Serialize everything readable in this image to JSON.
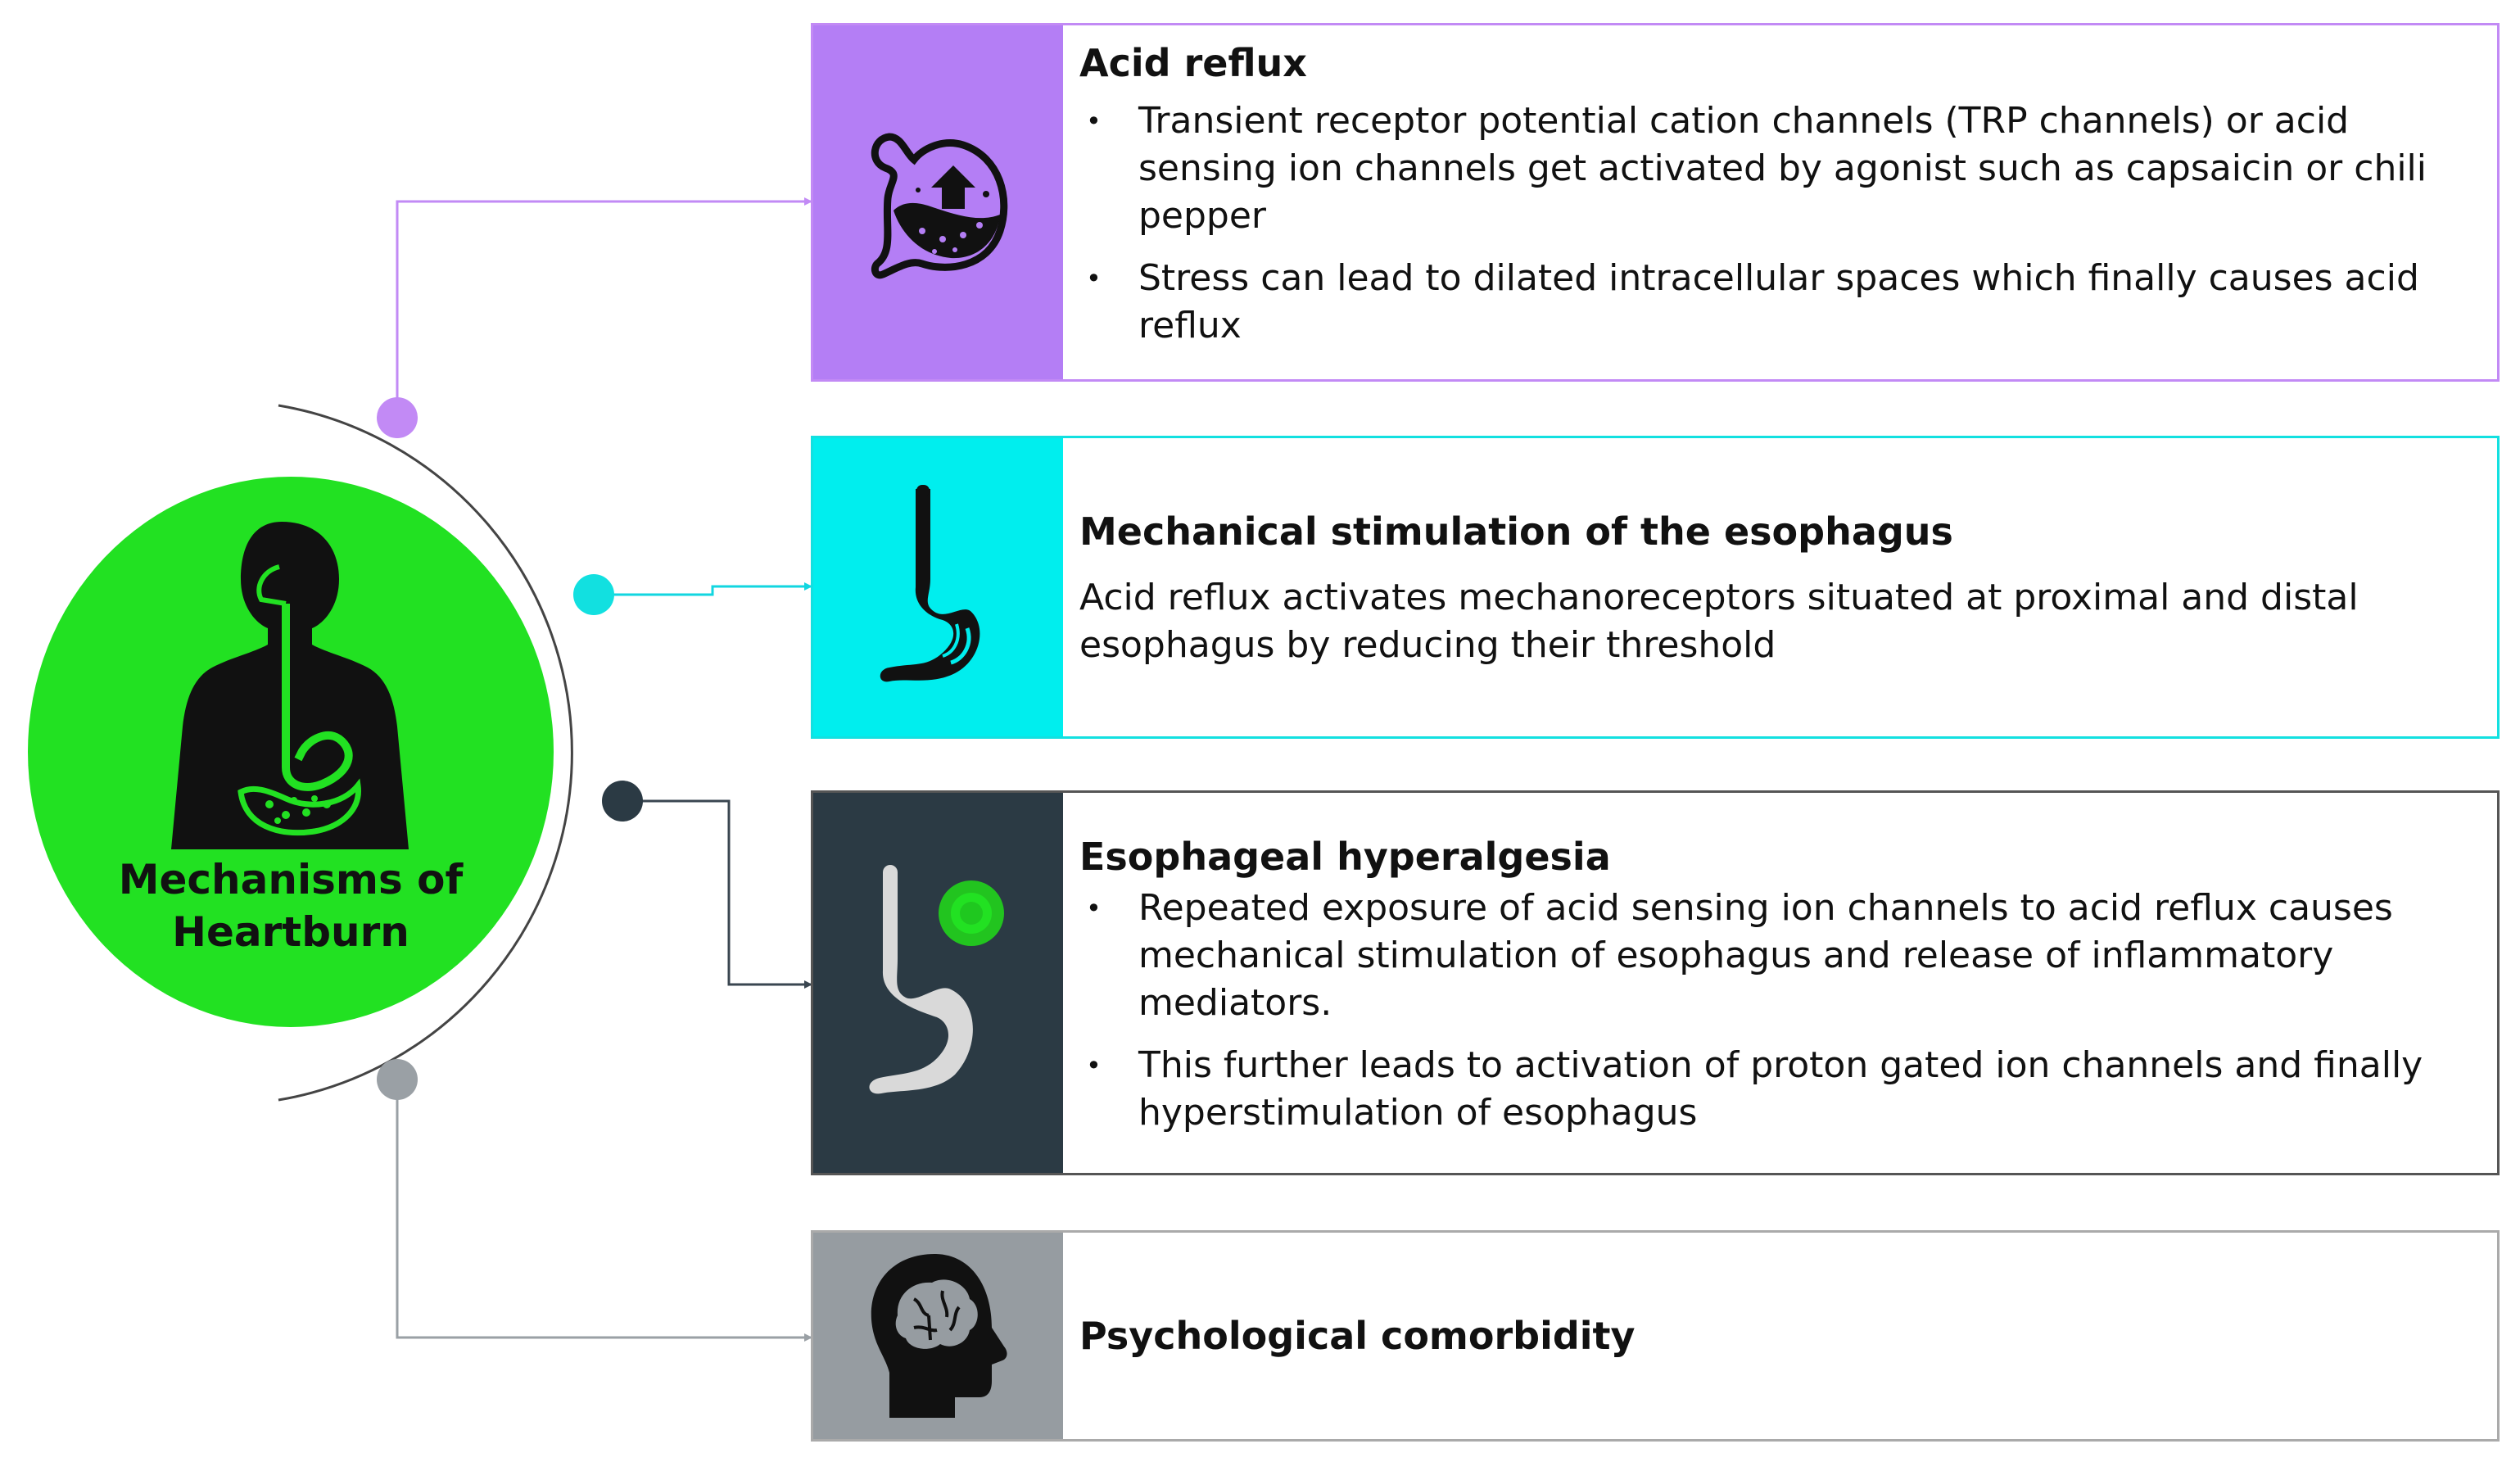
{
  "hub": {
    "title_line1": "Mechanisms of",
    "title_line2": "Heartburn",
    "color": "#22e122",
    "icon": "human-digestive-system-icon"
  },
  "cards": {
    "acid_reflux": {
      "title": "Acid reflux",
      "accent": "#b47ef5",
      "icon": "stomach-acid-icon",
      "bullets": [
        "Transient receptor potential cation channels (TRP channels) or acid sensing ion channels get activated by agonist such as capsaicin or chili pepper",
        "Stress can lead to dilated intracellular spaces which finally causes acid reflux"
      ]
    },
    "mechanical": {
      "title": "Mechanical stimulation of the esophagus",
      "accent": "#00eeee",
      "icon": "stomach-esophagus-icon",
      "body": "Acid reflux activates mechanoreceptors situated at proximal and distal esophagus by reducing their threshold"
    },
    "hyperalgesia": {
      "title": "Esophageal hyperalgesia",
      "accent": "#2b3a44",
      "icon": "inflamed-esophagus-icon",
      "bullets": [
        "Repeated exposure of acid sensing ion channels to acid reflux causes mechanical stimulation of esophagus and release of inflammatory mediators.",
        "This further leads to activation of proton gated ion channels and finally hyperstimulation of esophagus"
      ]
    },
    "psychological": {
      "title": "Psychological comorbidity",
      "accent": "#969ca1",
      "icon": "head-brain-icon"
    }
  }
}
